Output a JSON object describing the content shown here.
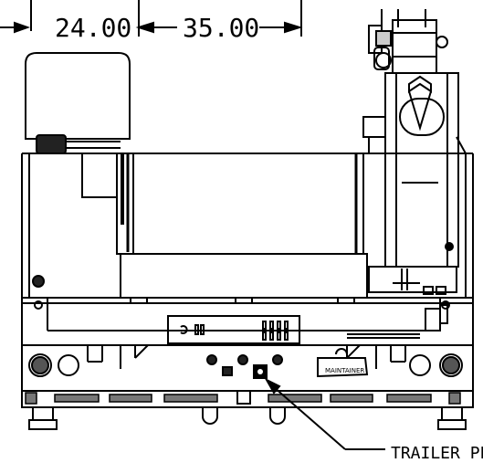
{
  "dimensions": {
    "left": "24.00",
    "right": "35.00"
  },
  "callout": {
    "label": "TRAILER PL"
  },
  "logo": {
    "text": "MAINTAINER"
  }
}
